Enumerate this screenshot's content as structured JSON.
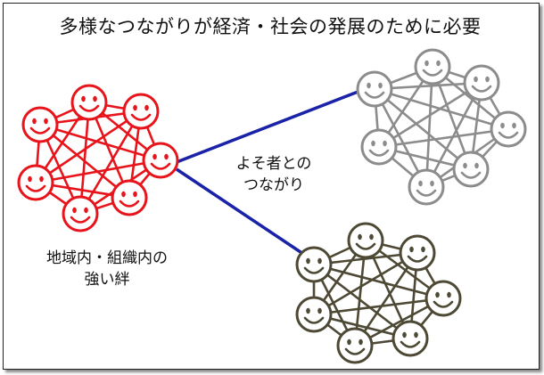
{
  "title": "多様なつながりが経済・社会の発展のために必要",
  "labels": {
    "outsider_line1": "よそ者との",
    "outsider_line2": "つながり",
    "local_line1": "地域内・組織内の",
    "local_line2": "強い絆"
  },
  "colors": {
    "local_cluster": "#e8141b",
    "outsider_cluster_gray": "#8c8c8c",
    "outsider_cluster_olive": "#4d4935",
    "bridge_line": "#1a22a8"
  },
  "icons": [
    "smiley-face-icon"
  ]
}
